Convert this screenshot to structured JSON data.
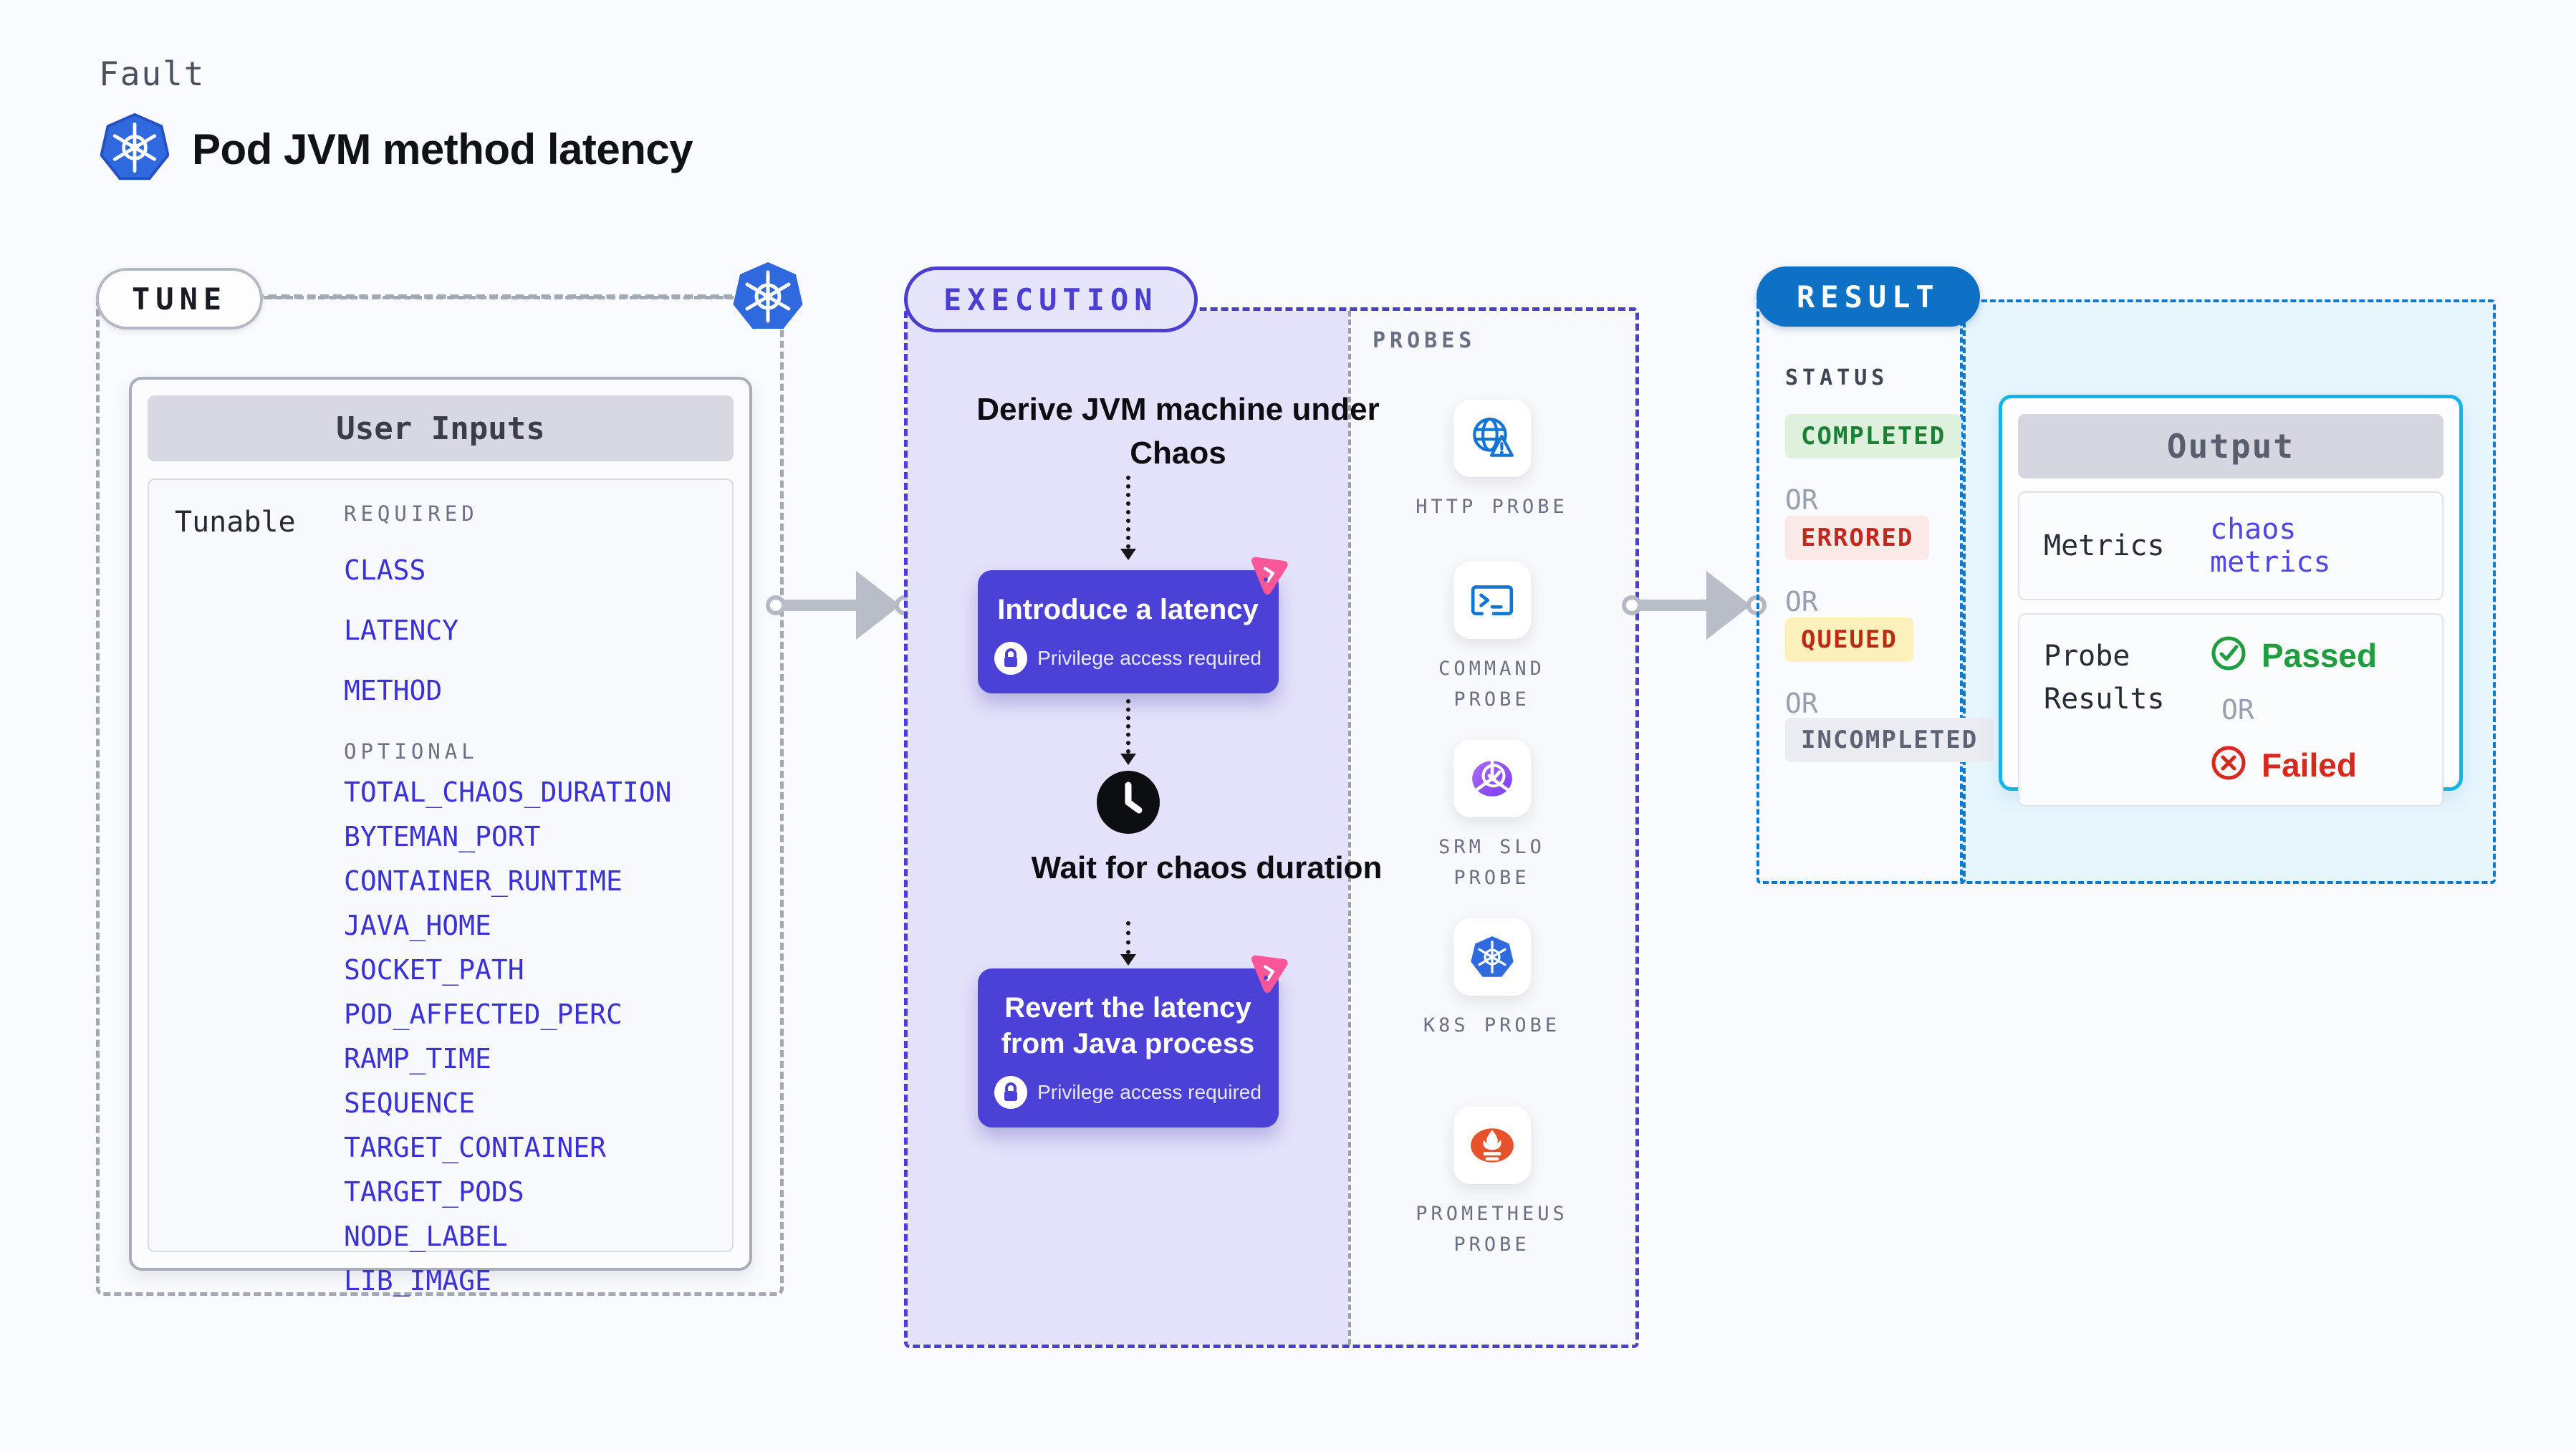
{
  "header": {
    "eyebrow": "Fault",
    "title": "Pod JVM method latency"
  },
  "tune": {
    "badge": "TUNE",
    "card_title": "User Inputs",
    "row_label": "Tunable",
    "required_label": "REQUIRED",
    "optional_label": "OPTIONAL",
    "required_items": [
      "CLASS",
      "LATENCY",
      "METHOD"
    ],
    "optional_items": [
      "TOTAL_CHAOS_DURATION",
      "BYTEMAN_PORT",
      "CONTAINER_RUNTIME",
      "JAVA_HOME",
      "SOCKET_PATH",
      "POD_AFFECTED_PERC",
      "RAMP_TIME",
      "SEQUENCE",
      "TARGET_CONTAINER",
      "TARGET_PODS",
      "NODE_LABEL",
      "LIB_IMAGE"
    ]
  },
  "execution": {
    "badge": "EXECUTION",
    "step1": "Derive JVM machine under Chaos",
    "action1": {
      "title": "Introduce a latency",
      "note": "Privilege access required"
    },
    "wait": "Wait for chaos duration",
    "action2": {
      "title": "Revert the latency from Java process",
      "note": "Privilege access required"
    }
  },
  "probes": {
    "label": "PROBES",
    "items": [
      {
        "name": "HTTP PROBE",
        "icon": "http-probe-icon"
      },
      {
        "name": "COMMAND PROBE",
        "icon": "command-probe-icon"
      },
      {
        "name": "SRM SLO PROBE",
        "icon": "srm-slo-probe-icon"
      },
      {
        "name": "K8S PROBE",
        "icon": "k8s-probe-icon"
      },
      {
        "name": "PROMETHEUS PROBE",
        "icon": "prometheus-probe-icon"
      }
    ]
  },
  "result": {
    "badge": "RESULT",
    "status_label": "STATUS",
    "or": "OR",
    "statuses": [
      {
        "label": "COMPLETED",
        "fg": "#1b7f35",
        "bg": "#def1dd"
      },
      {
        "label": "ERRORED",
        "fg": "#c3281e",
        "bg": "#fbe9e8"
      },
      {
        "label": "QUEUED",
        "fg": "#bb2c15",
        "bg": "#fcf0bd"
      },
      {
        "label": "INCOMPLETED",
        "fg": "#5d6374",
        "bg": "#eaecf1"
      }
    ],
    "output": {
      "title": "Output",
      "metrics_label": "Metrics",
      "metrics_value": "chaos metrics",
      "probe_results_label": "Probe Results",
      "passed": "Passed",
      "or": "OR",
      "failed": "Failed"
    }
  },
  "colors": {
    "indigo_border": "#4a3fd0",
    "button_indigo": "#4b41d6",
    "lavender_fill": "#e4e2fa",
    "result_blue": "#0e71c5",
    "result_dash_blue": "#1079ca",
    "cyan_border": "#14b4e8",
    "cyan_fill": "#e7f6fd",
    "link_indigo": "#3b32d6",
    "metrics_indigo": "#4f46e5",
    "passed_green": "#1e9e3e",
    "failed_red": "#d7281e",
    "chaos_pink": "#fb5798",
    "k8s_blue": "#3069de",
    "probe_icon_blue": "#1274d3",
    "prometheus_orange": "#e6522c",
    "srm_purple": "#8b4df2",
    "arrow_gray": "#b9bdc8"
  }
}
